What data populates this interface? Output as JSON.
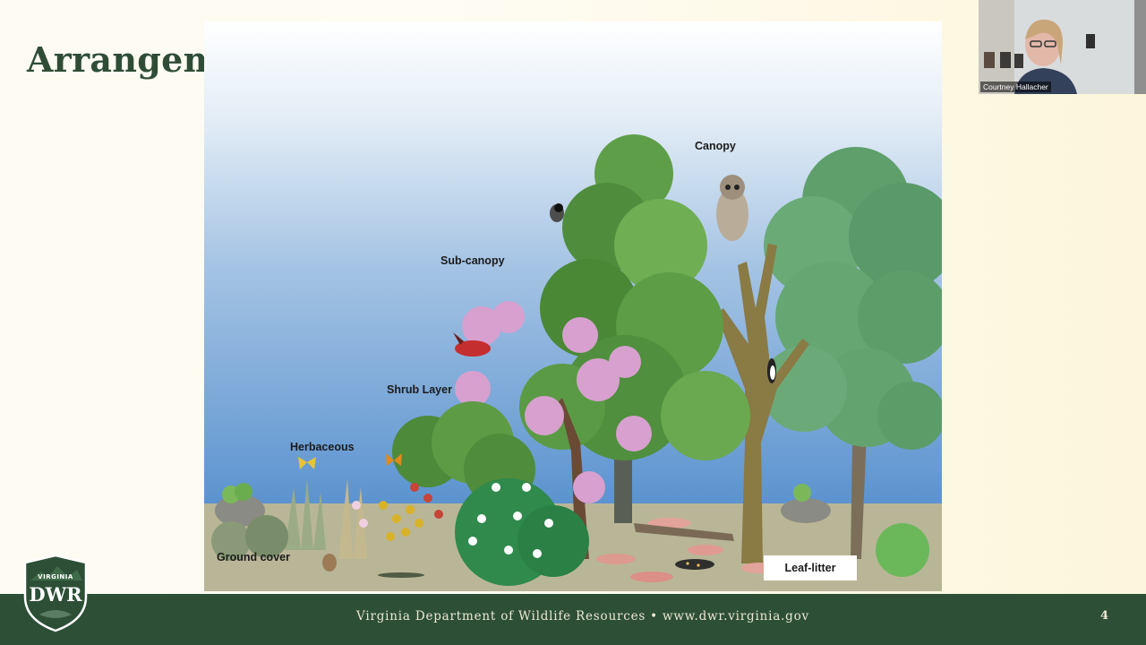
{
  "slide": {
    "title": "Arrangement",
    "page_number": "4"
  },
  "illustration": {
    "labels": {
      "canopy": "Canopy",
      "sub_canopy": "Sub-canopy",
      "shrub_layer": "Shrub Layer",
      "herbaceous": "Herbaceous",
      "ground_cover": "Ground cover",
      "leaf_litter": "Leaf-litter"
    }
  },
  "footer": {
    "text": "Virginia Department of Wildlife Resources  •  www.dwr.virginia.gov"
  },
  "logo": {
    "top_text": "VIRGINIA",
    "main_text": "DWR"
  },
  "video": {
    "participant_name": "Courtney Hallacher"
  },
  "colors": {
    "title": "#2f4d36",
    "footer_bg": "#2d4f36",
    "sky_top": "#ffffff",
    "sky_bottom": "#5f95cf",
    "ground": "#b8b696"
  }
}
